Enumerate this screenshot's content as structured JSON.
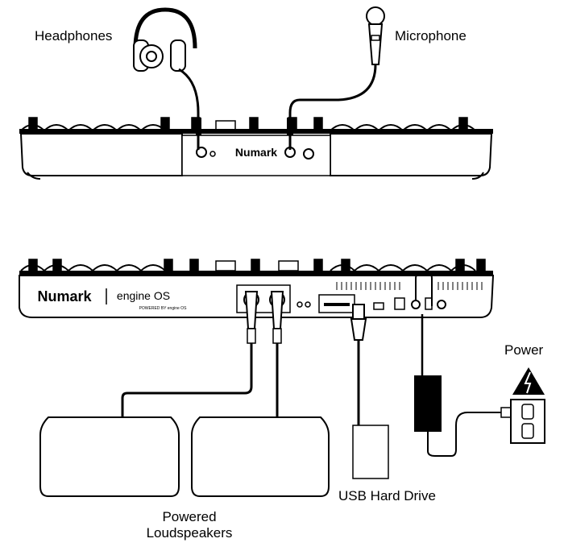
{
  "labels": {
    "headphones": "Headphones",
    "microphone": "Microphone",
    "power": "Power",
    "usb_drive": "USB Hard Drive",
    "speakers_line1": "Powered",
    "speakers_line2": "Loudspeakers"
  },
  "brand": {
    "front_logo": "Numark",
    "rear_logo": "Numark",
    "rear_os": "engine OS",
    "rear_powered_by": "POWERED BY engine OS"
  },
  "colors": {
    "ink": "#000000",
    "paper": "#ffffff",
    "warning": "#000000"
  }
}
